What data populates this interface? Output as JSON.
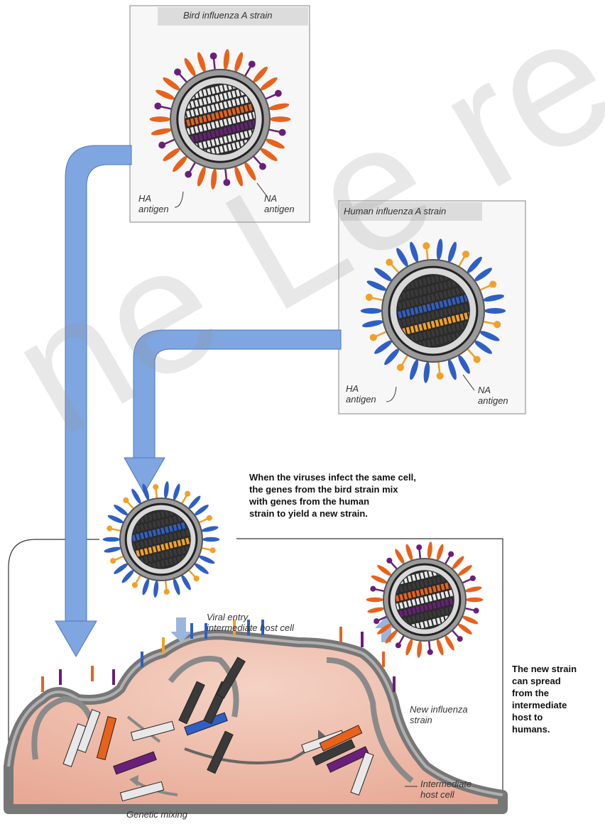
{
  "bird_panel": {
    "title": "Bird influenza A strain",
    "ha_label": "HA\nantigen",
    "na_label": "NA\nantigen"
  },
  "human_panel": {
    "title": "Human influenza A strain",
    "ha_label": "HA\nantigen",
    "na_label": "NA\nantigen"
  },
  "mixing_caption": "When the viruses infect the same cell,\nthe genes from the bird strain mix\nwith genes from the human\nstrain to yield a new strain.",
  "spread_caption": "The new strain\ncan spread\nfrom the\nintermediate\nhost to\nhumans.",
  "labels": {
    "viral_entry": "Viral entry\nintermediate host cell",
    "new_strain": "New influenza\nstrain",
    "intermediate_host": "Intermediate\nhost cell",
    "genetic_mixing": "Genetic mixing"
  },
  "watermark": "ne Le   re Lib",
  "colors": {
    "bird_ha": "#e8621c",
    "bird_na": "#6a1f7a",
    "human_ha": "#2f5fc4",
    "human_na": "#f2a028",
    "arrow_blue": "#7fa6e0",
    "cell": "#f0c6b6",
    "membrane": "#8a8a8a"
  }
}
